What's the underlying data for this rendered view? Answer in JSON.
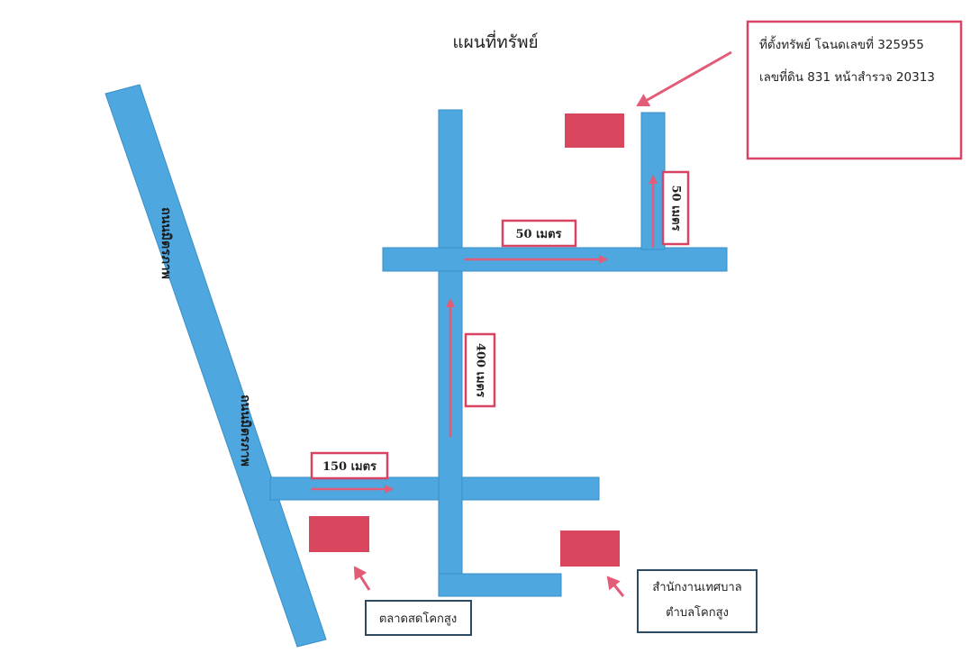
{
  "title": "แผนที่ทรัพย์",
  "property_note": {
    "line1": "ที่ตั้งทรัพย์ โฉนดเลขที่ 325955",
    "line2": "เลขที่ดิน 831 หน้าสำรวจ 20313"
  },
  "road_labels": {
    "main_road_upper": "ถนนมิตรภาพ",
    "main_road_lower": "ถนนมิตรภาพ"
  },
  "distances": {
    "d150": "150 เมตร",
    "d400": "400 เมตร",
    "d50_horizontal": "50 เมตร",
    "d50_vertical": "50 เมตร"
  },
  "landmarks": {
    "market": "ตลาดสดโคกสูง",
    "office_line1": "สำนักงานเทศบาล",
    "office_line2": "ตำบลโคกสูง"
  },
  "colors": {
    "road": "#4ea7df",
    "road_edge": "#3a8fc7",
    "building": "#d9475f",
    "arrow": "#e25c78",
    "label_border_red": "#d94463",
    "label_border_dark": "#2d4a63"
  }
}
